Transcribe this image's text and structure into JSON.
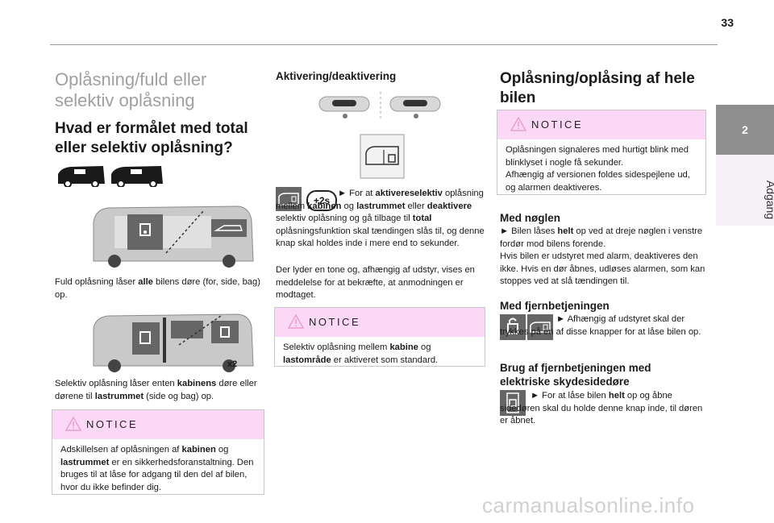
{
  "page": {
    "number": "33"
  },
  "side_tab": {
    "number": "2",
    "label": "Adgang"
  },
  "col1": {
    "title": "Oplåsning/fuld eller selektiv oplåsning",
    "title_line1": "Oplåsning/fuld eller",
    "title_line2": "selektiv oplåsning",
    "heading": "Hvad er formålet med total eller selektiv oplåsning?",
    "heading_line1": "Hvad er formålet med total",
    "heading_line2": "eller selektiv oplåsning?",
    "full_text": {
      "pre": "Fuld oplåsning låser ",
      "bold": "alle",
      "post": " bilens døre (for, side, bag) op."
    },
    "selective_text": {
      "pre": "Selektiv oplåsning låser enten ",
      "bold1": "kabinens",
      "mid": " døre eller dørene til ",
      "bold2": "lastrummet",
      "post": " (side og bag) op."
    },
    "notice": {
      "title": "NOTICE",
      "pre": "Adskillelsen af oplåsningen af ",
      "bold1": "kabinen",
      "mid": " og ",
      "bold2": "lastrummet",
      "post": " er en sikkerhedsforanstaltning. Den bruges til at låse for adgang til den del af bilen, hvor du ikke befinder dig."
    },
    "badge_x2": "x2"
  },
  "col2": {
    "heading": "Aktivering/deaktivering",
    "badge_2s": "+2s",
    "para": {
      "arrow": "►",
      "t1": " For at ",
      "b1": "aktivereselektiv",
      "t2": " oplåsning mellem ",
      "b2": "kabinen",
      "t3": " og ",
      "b3": "lastrummet",
      "t4": " eller ",
      "b4": "deaktivere",
      "t5": " selektiv oplåsning og gå tilbage til ",
      "b5": "total",
      "t6": " oplåsningsfunktion skal tændingen slås til, og denne knap skal holdes inde i mere end to sekunder."
    },
    "para2": "Der lyder en tone og, afhængig af udstyr, vises en meddelelse for at bekræfte, at anmodningen er modtaget.",
    "notice": {
      "title": "NOTICE",
      "pre": "Selektiv oplåsning mellem ",
      "bold1": "kabine",
      "mid": " og ",
      "bold2": "lastområde",
      "post": " er aktiveret som standard."
    }
  },
  "col3": {
    "title_line1": "Oplåsning/oplåsing af hele",
    "title_line2": "bilen",
    "notice": {
      "title": "NOTICE",
      "text1": "Oplåsningen signaleres med hurtigt blink med blinklyset i nogle få sekunder.",
      "text2": "Afhængig af versionen foldes sidespejlene ud, og alarmen deaktiveres."
    },
    "key": {
      "heading": "Med nøglen",
      "arrow": "►",
      "t1": " Bilen låses ",
      "b1": "helt",
      "t2": " op ved at dreje nøglen i venstre fordør mod bilens forende.",
      "t3": "Hvis bilen er udstyret med alarm, deaktiveres den ikke. Hvis en dør åbnes, udløses alarmen, som kan stoppes ved at slå tændingen til."
    },
    "remote": {
      "heading": "Med fjernbetjeningen",
      "arrow": "►",
      "text": " Afhængig af udstyret skal der trykkes på en af disse knapper for at låse bilen op."
    },
    "sliding": {
      "heading_line1": "Brug af fjernbetjeningen med",
      "heading_line2": "elektriske skydesidedøre",
      "arrow": "►",
      "t1": " For at låse bilen ",
      "b1": "helt",
      "t2": " op og åbne sidedøren skal du holde denne knap inde, til døren er åbnet."
    }
  },
  "watermark": "carmanualsonline.info",
  "colors": {
    "notice_band": "#fbd9f6",
    "warn_icon": "#e8a0cc",
    "tab_grey": "#8f8f8f",
    "icon_bg": "#666666"
  }
}
